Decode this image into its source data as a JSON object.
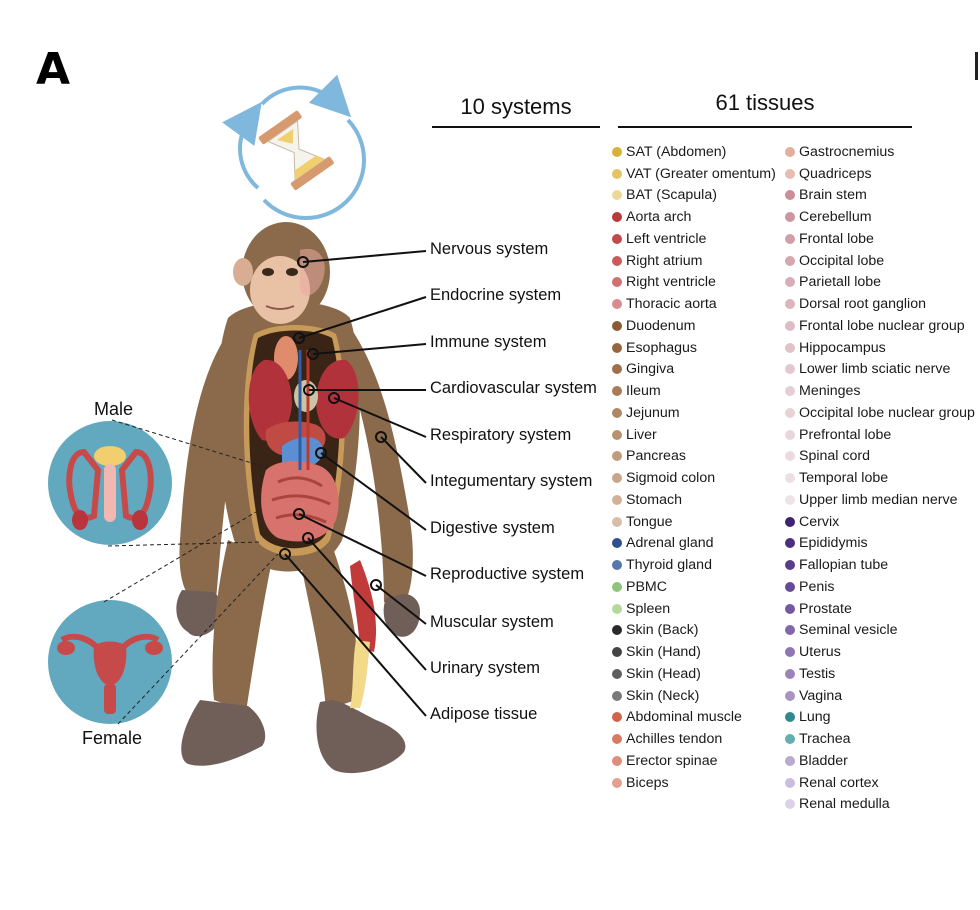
{
  "panel_label": "A",
  "headers": {
    "systems": "10 systems",
    "tissues": "61 tissues"
  },
  "systems": [
    "Nervous system",
    "Endocrine system",
    "Immune system",
    "Cardiovascular system",
    "Respiratory system",
    "Integumentary system",
    "Digestive system",
    "Reproductive system",
    "Muscular system",
    "Urinary system",
    "Adipose tissue"
  ],
  "sex_labels": {
    "male": "Male",
    "female": "Female"
  },
  "icons": {
    "hourglass": "hourglass-cycle-icon",
    "male_organs": "male-reproductive-organs-icon",
    "female_organs": "female-reproductive-organs-icon",
    "monkey": "monkey-anatomy-illustration"
  },
  "tissues_col1": [
    {
      "name": "SAT (Abdomen)",
      "color": "#d9b13a"
    },
    {
      "name": "VAT (Greater omentum)",
      "color": "#e3c566"
    },
    {
      "name": "BAT (Scapula)",
      "color": "#ecd999"
    },
    {
      "name": "Aorta arch",
      "color": "#b83a3a"
    },
    {
      "name": "Left ventricle",
      "color": "#c24a4a"
    },
    {
      "name": "Right atrium",
      "color": "#c85c5c"
    },
    {
      "name": "Right ventricle",
      "color": "#d07272"
    },
    {
      "name": "Thoracic aorta",
      "color": "#d98c8c"
    },
    {
      "name": "Duodenum",
      "color": "#8b5a34"
    },
    {
      "name": "Esophagus",
      "color": "#966540"
    },
    {
      "name": "Gingiva",
      "color": "#a0704c"
    },
    {
      "name": "Ileum",
      "color": "#a87b58"
    },
    {
      "name": "Jejunum",
      "color": "#b08764"
    },
    {
      "name": "Liver",
      "color": "#b89270"
    },
    {
      "name": "Pancreas",
      "color": "#c09c7c"
    },
    {
      "name": "Sigmoid colon",
      "color": "#c8a68a"
    },
    {
      "name": "Stomach",
      "color": "#d0b298"
    },
    {
      "name": "Tongue",
      "color": "#d8bea8"
    },
    {
      "name": "Adrenal gland",
      "color": "#2f4f8f"
    },
    {
      "name": "Thyroid gland",
      "color": "#5577aa"
    },
    {
      "name": "PBMC",
      "color": "#8fc47a"
    },
    {
      "name": "Spleen",
      "color": "#b4d99d"
    },
    {
      "name": "Skin (Back)",
      "color": "#2b2b2b"
    },
    {
      "name": "Skin (Hand)",
      "color": "#444444"
    },
    {
      "name": "Skin (Head)",
      "color": "#5e5e5e"
    },
    {
      "name": "Skin (Neck)",
      "color": "#7a7a7a"
    },
    {
      "name": "Abdominal muscle",
      "color": "#d2644e"
    },
    {
      "name": "Achilles tendon",
      "color": "#d87a64"
    },
    {
      "name": "Erector spinae",
      "color": "#de8e7a"
    },
    {
      "name": "Biceps",
      "color": "#e2a08e"
    }
  ],
  "tissues_col2": [
    {
      "name": "Gastrocnemius",
      "color": "#e4ad9e"
    },
    {
      "name": "Quadriceps",
      "color": "#e8bcae"
    },
    {
      "name": "Brain stem",
      "color": "#c98e98"
    },
    {
      "name": "Cerebellum",
      "color": "#cc96a0"
    },
    {
      "name": "Frontal lobe",
      "color": "#d09ea8"
    },
    {
      "name": "Occipital lobe",
      "color": "#d4a6b0"
    },
    {
      "name": "Parietall lobe",
      "color": "#d7aeb7"
    },
    {
      "name": "Dorsal root ganglion",
      "color": "#dab5be"
    },
    {
      "name": "Frontal lobe nuclear group",
      "color": "#ddbcc4"
    },
    {
      "name": "Hippocampus",
      "color": "#e0c2ca"
    },
    {
      "name": "Lower limb sciatic nerve",
      "color": "#e3c8cf"
    },
    {
      "name": "Meninges",
      "color": "#e5cdd4"
    },
    {
      "name": "Occipital lobe nuclear group",
      "color": "#e7d2d8"
    },
    {
      "name": "Prefrontal lobe",
      "color": "#e9d6dc"
    },
    {
      "name": "Spinal cord",
      "color": "#ebdbe0"
    },
    {
      "name": "Temporal lobe",
      "color": "#ecdfe3"
    },
    {
      "name": "Upper limb median nerve",
      "color": "#eee3e7"
    },
    {
      "name": "Cervix",
      "color": "#3d2270"
    },
    {
      "name": "Epididymis",
      "color": "#4b2e80"
    },
    {
      "name": "Fallopian tube",
      "color": "#5a3c8c"
    },
    {
      "name": "Penis",
      "color": "#674a96"
    },
    {
      "name": "Prostate",
      "color": "#7558a0"
    },
    {
      "name": "Seminal vesicle",
      "color": "#8266aa"
    },
    {
      "name": "Uterus",
      "color": "#8f75b2"
    },
    {
      "name": "Testis",
      "color": "#9b84ba"
    },
    {
      "name": "Vagina",
      "color": "#a893c2"
    },
    {
      "name": "Lung",
      "color": "#2e8a8e"
    },
    {
      "name": "Trachea",
      "color": "#62aeb0"
    },
    {
      "name": "Bladder",
      "color": "#b8aad0"
    },
    {
      "name": "Renal cortex",
      "color": "#c9bedc"
    },
    {
      "name": "Renal medulla",
      "color": "#dad2e8"
    }
  ]
}
